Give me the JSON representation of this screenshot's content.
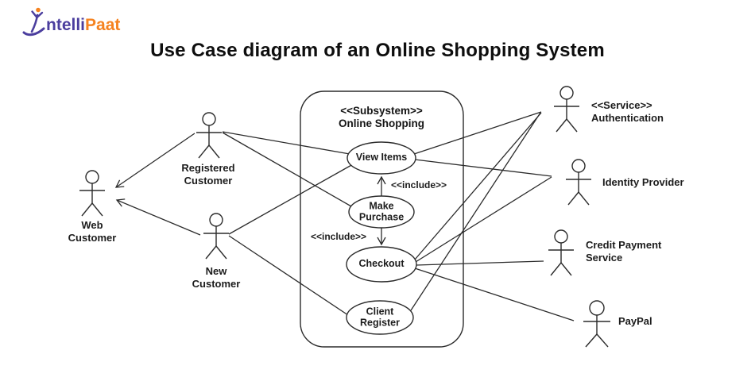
{
  "logo": {
    "part1": "ntelli",
    "part2": "Paat"
  },
  "title": "Use Case diagram of an Online Shopping System",
  "subsystem": {
    "label": "<<Subsystem>>\nOnline Shopping"
  },
  "use_cases": {
    "view_items": "View Items",
    "make_purchase": "Make\nPurchase",
    "checkout": "Checkout",
    "client_register": "Client\nRegister"
  },
  "actors": {
    "web_customer": "Web\nCustomer",
    "registered_customer": "Registered\nCustomer",
    "new_customer": "New\nCustomer",
    "authentication": "<<Service>>\nAuthentication",
    "identity_provider": "Identity Provider",
    "credit_payment": "Credit Payment\nService",
    "paypal": "PayPal"
  },
  "annotations": {
    "include_top": "<<include>>",
    "include_bottom": "<<include>>"
  },
  "relationships": {
    "generalizations": [
      "Registered Customer -> Web Customer",
      "New Customer -> Web Customer"
    ],
    "includes": [
      "Make Purchase -> View Items",
      "Make Purchase -> Checkout"
    ],
    "associations": [
      "Registered Customer - View Items",
      "Registered Customer - Make Purchase",
      "New Customer - View Items",
      "New Customer - Client Register",
      "View Items - <<Service>> Authentication",
      "View Items - Identity Provider",
      "Checkout - <<Service>> Authentication",
      "Checkout - Identity Provider",
      "Checkout - Credit Payment Service",
      "Checkout - PayPal",
      "Client Register - <<Service>> Authentication"
    ]
  },
  "colors": {
    "line": "#2b2b2b",
    "text": "#1c1c1c",
    "logo_purple": "#4b3e9e",
    "logo_orange": "#f5821f"
  }
}
